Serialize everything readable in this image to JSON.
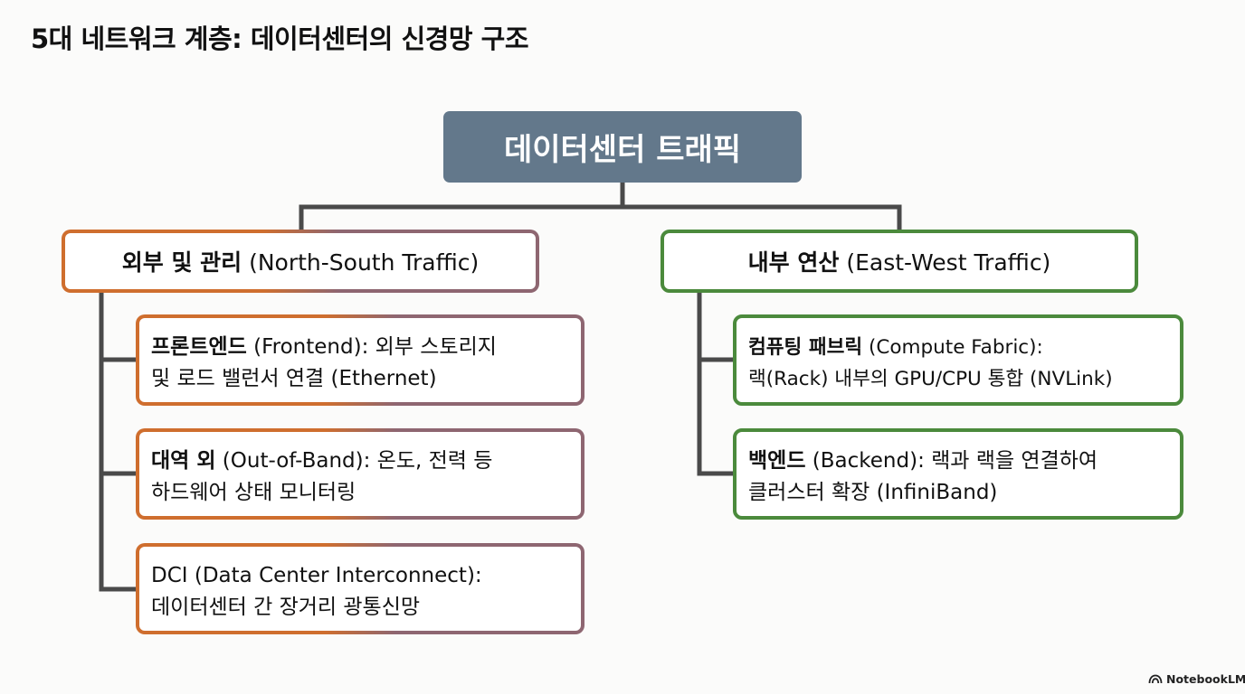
{
  "title": "5대 네트워크 계층: 데이터센터의 신경망 구조",
  "root": {
    "label": "데이터센터 트래픽"
  },
  "colors": {
    "root_fill": "#63788b",
    "left_border_start": "#cf6e2e",
    "left_border_end": "#8e6671",
    "right_border": "#4b8a3c",
    "connector": "#4a4a4a"
  },
  "left": {
    "category": {
      "bold": "외부 및 관리",
      "rest": " (North-South Traffic)"
    },
    "items": [
      {
        "bold": "프론트엔드",
        "rest": " (Frontend): 외부 스토리지",
        "line2": "및 로드 밸런서 연결 (Ethernet)"
      },
      {
        "bold": "대역 외",
        "rest": " (Out-of-Band): 온도, 전력 등",
        "line2": "하드웨어 상태 모니터링"
      },
      {
        "bold": "",
        "rest": "DCI (Data Center Interconnect):",
        "line2": "데이터센터 간 장거리 광통신망"
      }
    ]
  },
  "right": {
    "category": {
      "bold": "내부 연산",
      "rest": " (East-West Traffic)"
    },
    "items": [
      {
        "bold": "컴퓨팅 패브릭",
        "rest": " (Compute Fabric):",
        "line2": "랙(Rack) 내부의 GPU/CPU 통합 (NVLink)"
      },
      {
        "bold": "백엔드",
        "rest": " (Backend): 랙과 랙을 연결하여",
        "line2": "클러스터 확장 (InfiniBand)"
      }
    ]
  },
  "watermark": {
    "icon": "notebooklm-logo-icon",
    "label": "NotebookLM"
  }
}
